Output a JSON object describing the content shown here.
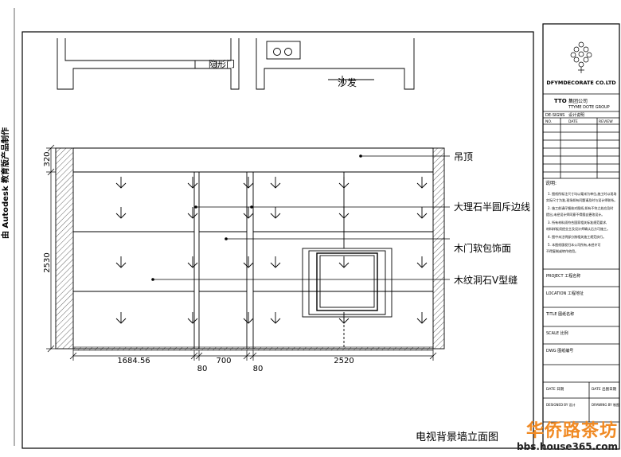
{
  "side_caption": "由 Autodesk 教育版产品制作",
  "plan_labels": {
    "door": "隐形门",
    "unit": "沙发"
  },
  "elevation": {
    "callouts": [
      {
        "id": "ceiling",
        "text": "吊顶"
      },
      {
        "id": "marble-trim",
        "text": "大理石半圆斥边线"
      },
      {
        "id": "wood-panel",
        "text": "木门软包饰面"
      },
      {
        "id": "v-groove",
        "text": "木纹洞石V型缝"
      }
    ],
    "dims_vertical": {
      "top": "320",
      "total": "2530"
    },
    "dims_horizontal": [
      "1684.56",
      "80",
      "700",
      "80",
      "2520"
    ],
    "title": "电视背景墙立面图"
  },
  "title_block": {
    "company": "DFYMDECORATE CO.LTD",
    "group_code": "TTO",
    "group_cn": "集团公司",
    "group_en": "TTYME DOTE GROUP",
    "design_label": "DE-SIGNS",
    "design_value": "设计说明",
    "col_headers": [
      "NO.",
      "DATE",
      "REVIEW"
    ],
    "notes_title": "说明:",
    "notes": [
      "1. 图纸所标注尺寸均以毫米为单位,施工时以现场",
      "实际尺寸为准,现场如有问题请及时与设计师联系。",
      "2. 施工前请仔细核对图纸,如有不符之处应及时",
      "提出,未经设计师同意不得擅自更改设计。",
      "3. 所有材料须符合国家相关标准规范要求,",
      "材料样板须经业主及设计师确认后方可施工。",
      "4. 图中未注明部分按相关施工规范执行。",
      "5. 本图纸版权归本公司所有,未经许可",
      "不得复制或转作他用。"
    ],
    "fields": {
      "project": "PROJECT 工程名称",
      "location": "LOCATION 工程地址",
      "title": "TITLE 图纸名称",
      "scale": "SCALE 比例",
      "dwg": "DWG 图纸编号",
      "date": "DATE 日期",
      "date2": "DATE 出图日期",
      "drawn_by": "DESIGNED BY 设计",
      "drawing_by": "DRAWING BY 制图"
    }
  },
  "watermark": {
    "name": "华侨路茶坊",
    "url": "bbs.house365.com",
    "color": "#f08a24"
  }
}
